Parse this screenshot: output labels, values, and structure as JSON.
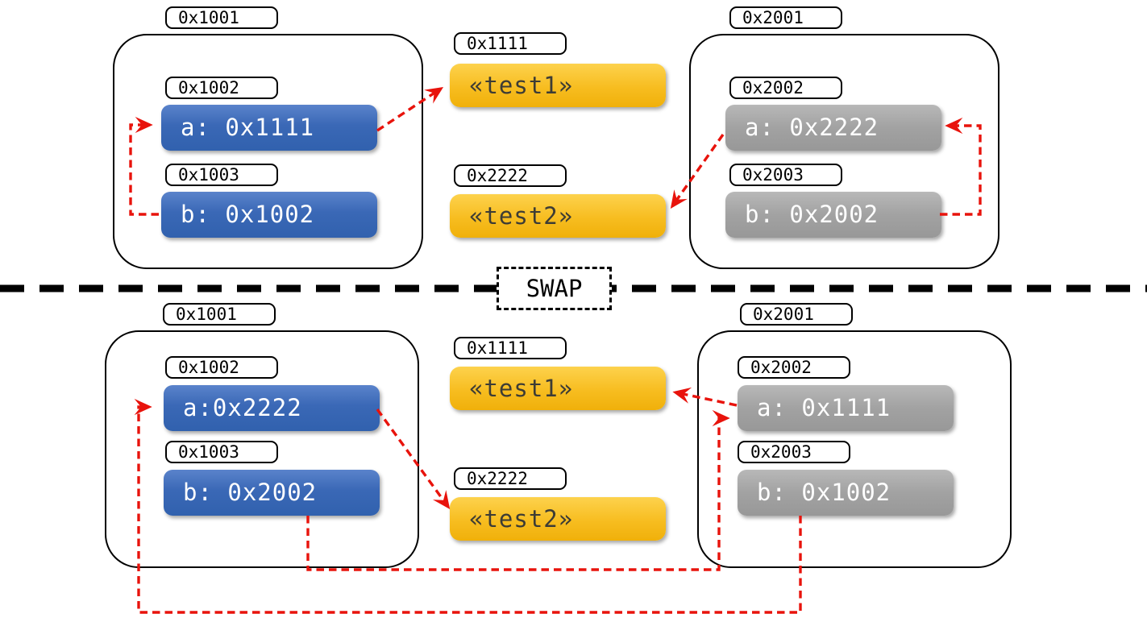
{
  "colors": {
    "pointer_arrow_red": "#e8130c",
    "stack_cell_blue": "#3a68b6",
    "stack_cell_gray": "#a2a2a2",
    "heap_cell_yellow": "#f7bd20",
    "divider_black": "#000000"
  },
  "divider": {
    "label": "SWAP"
  },
  "top": {
    "left": {
      "address": "0x1001",
      "slots": [
        {
          "address": "0x1002",
          "label": "a: 0x1111"
        },
        {
          "address": "0x1003",
          "label": "b: 0x1002"
        }
      ]
    },
    "heap": [
      {
        "address": "0x1111",
        "label": "«test1»"
      },
      {
        "address": "0x2222",
        "label": "«test2»"
      }
    ],
    "right": {
      "address": "0x2001",
      "slots": [
        {
          "address": "0x2002",
          "label": "a: 0x2222"
        },
        {
          "address": "0x2003",
          "label": "b: 0x2002"
        }
      ]
    },
    "references": [
      "left.b -> left.a",
      "left.a -> heap.test1",
      "right.a -> heap.test2",
      "right.b -> right.a"
    ]
  },
  "bottom": {
    "left": {
      "address": "0x1001",
      "slots": [
        {
          "address": "0x1002",
          "label": "a:0x2222"
        },
        {
          "address": "0x1003",
          "label": "b: 0x2002"
        }
      ]
    },
    "heap": [
      {
        "address": "0x1111",
        "label": "«test1»"
      },
      {
        "address": "0x2222",
        "label": "«test2»"
      }
    ],
    "right": {
      "address": "0x2001",
      "slots": [
        {
          "address": "0x2002",
          "label": "a: 0x1111"
        },
        {
          "address": "0x2003",
          "label": "b: 0x1002"
        }
      ]
    },
    "references": [
      "left.a -> heap.test2",
      "right.a -> heap.test1",
      "left.b -> right.a",
      "right.b -> left.a"
    ]
  }
}
